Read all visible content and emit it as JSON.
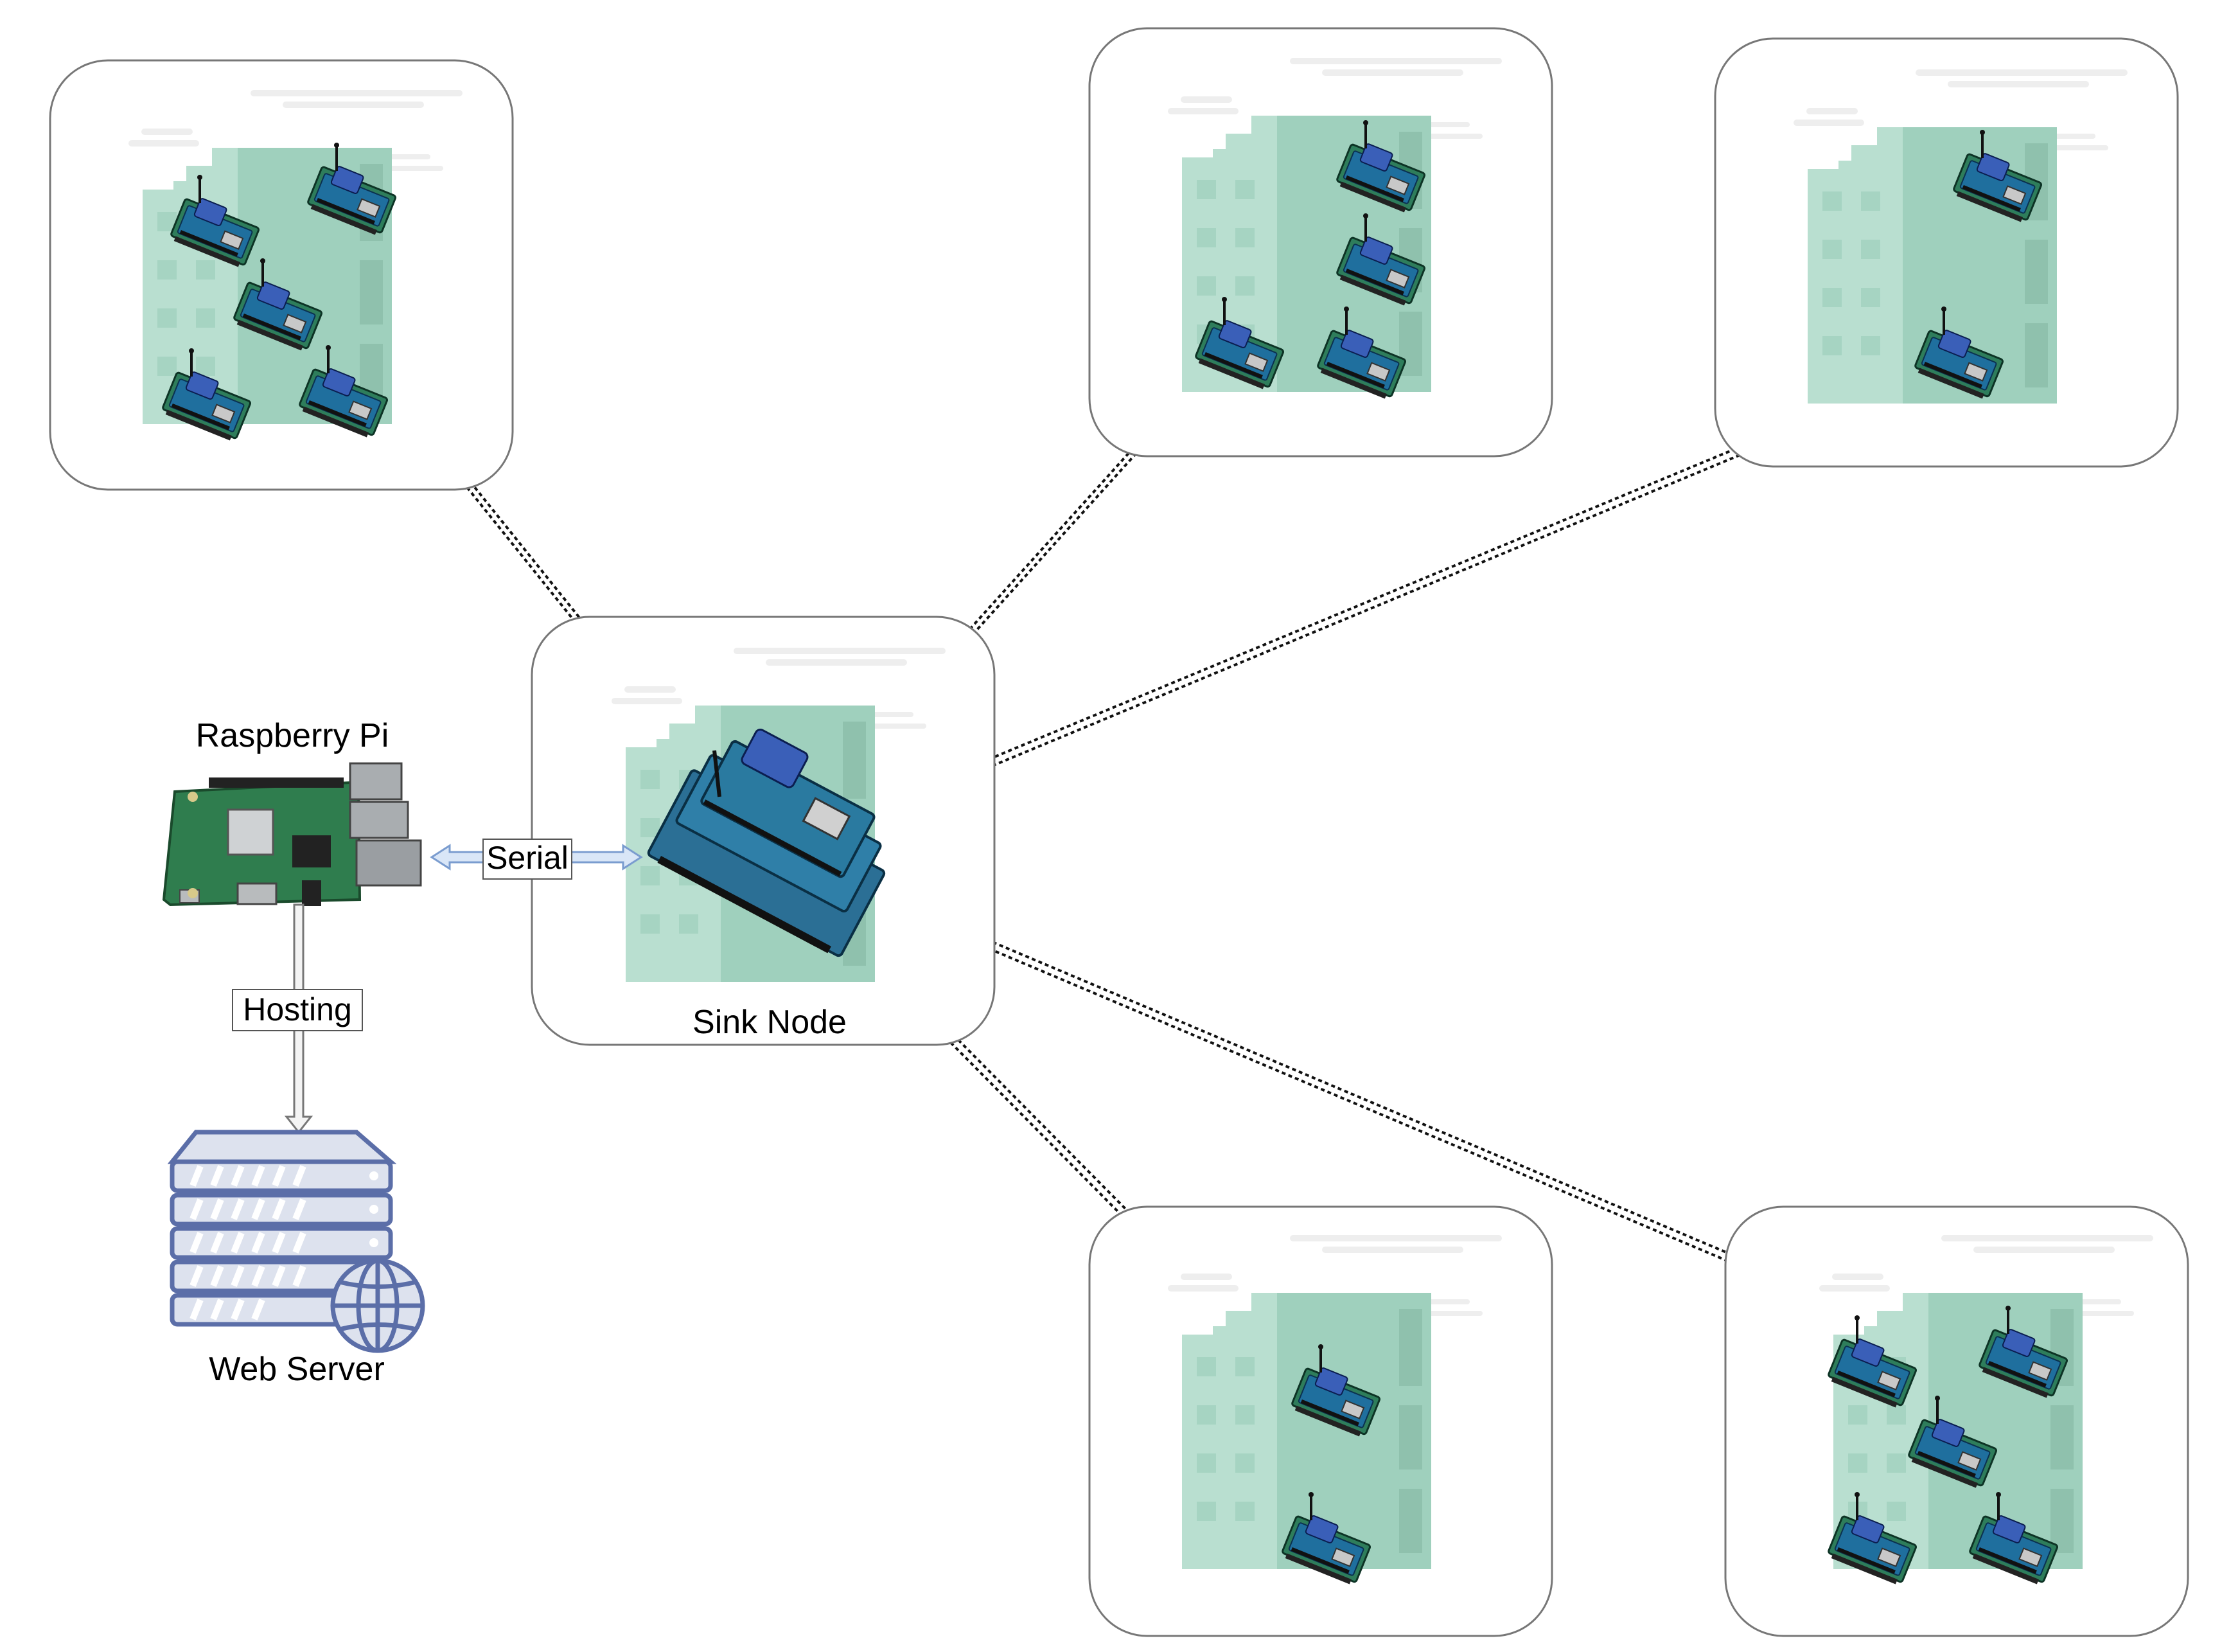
{
  "labels": {
    "raspberry_pi": "Raspberry Pi",
    "serial": "Serial",
    "hosting": "Hosting",
    "sink_node": "Sink Node",
    "web_server": "Web Server"
  },
  "colors": {
    "building_light": "#b9dfd0",
    "building_dark": "#9fd0bd",
    "building_window": "#a6d4c2",
    "cloud": "#eeeeee",
    "box_border": "#777777",
    "link": "#111111",
    "arrow_fill": "#d9e6f7",
    "arrow_stroke": "#7a9ccf",
    "server_fill": "#dde2ee",
    "server_stroke": "#5b6ea8",
    "board_blue": "#1f6f9e",
    "board_green": "#2e7d5b"
  },
  "icons": {
    "building": "building-icon",
    "sensor": "sensor-node-icon",
    "raspberry": "raspberry-pi-board-icon",
    "server": "web-server-icon",
    "globe": "globe-icon"
  }
}
